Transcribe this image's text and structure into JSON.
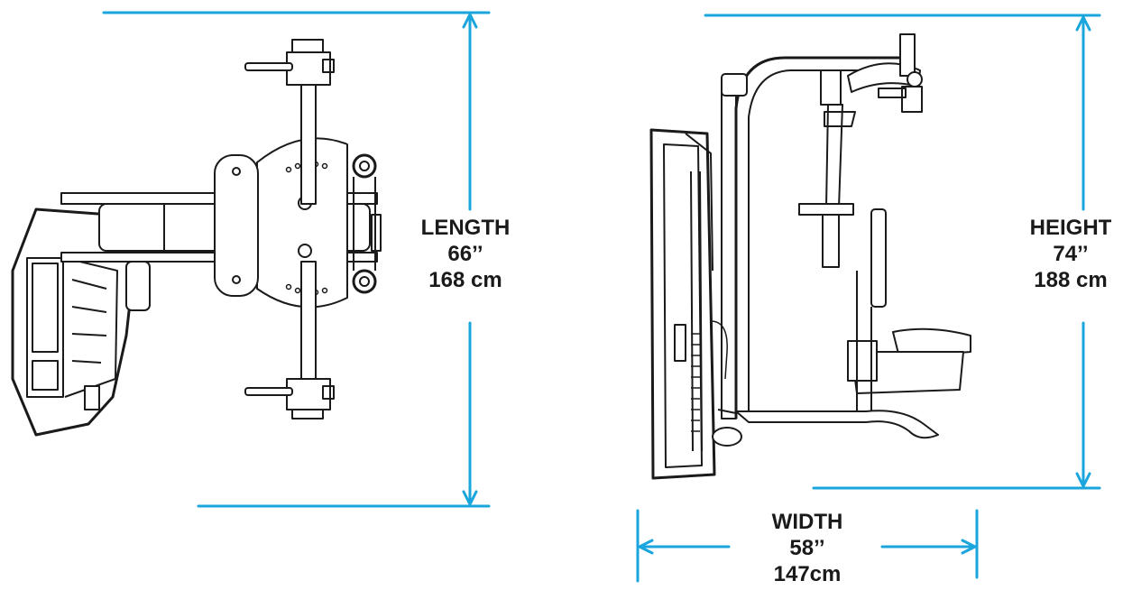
{
  "dimensions": {
    "length": {
      "label": "LENGTH",
      "imperial": "66’’",
      "metric": "168 cm"
    },
    "height": {
      "label": "HEIGHT",
      "imperial": "74’’",
      "metric": "188 cm"
    },
    "width": {
      "label": "WIDTH",
      "imperial": "58’’",
      "metric": "147cm"
    }
  },
  "colors": {
    "dimension_line": "#1aa6dc",
    "drawing_stroke": "#1a1a1a",
    "background": "#ffffff"
  }
}
